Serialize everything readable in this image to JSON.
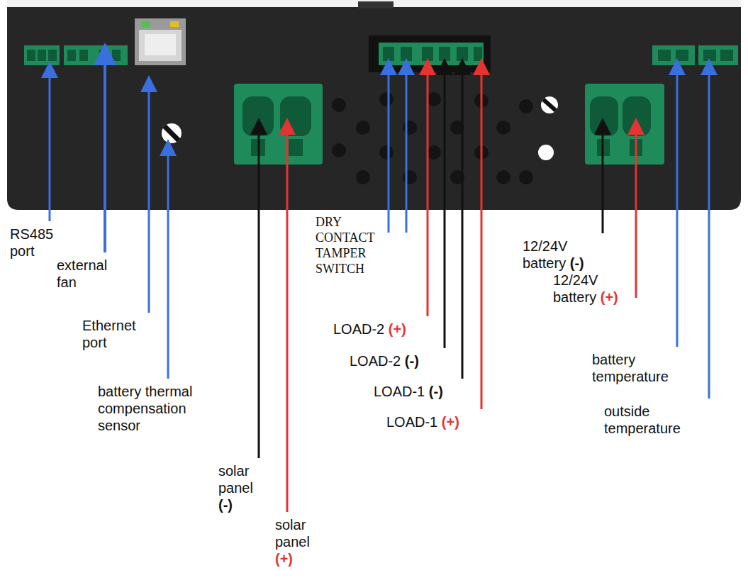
{
  "diagram": {
    "labels": [
      "RS485 port",
      "external fan",
      "Ethernet port",
      "battery thermal compensation sensor",
      "solar panel",
      "(-)",
      "solar panel",
      "(+)",
      "DRY CONTACT TAMPER SWITCH",
      "LOAD-2",
      "(+)",
      "LOAD-2",
      "(-)",
      "LOAD-1",
      "(-)",
      "LOAD-1",
      "(+)",
      "12/24V battery",
      "(-)",
      "12/24V battery",
      "(+)",
      "battery temperature",
      "outside temperature"
    ]
  }
}
